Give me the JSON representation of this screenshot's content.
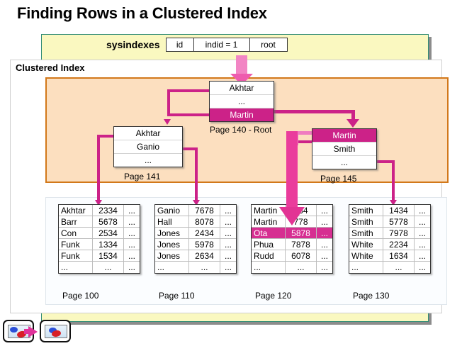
{
  "title": "Finding Rows in a Clustered Index",
  "sysindexes": {
    "label": "sysindexes",
    "columns": [
      "id",
      "indid = 1",
      "root"
    ]
  },
  "clustered_index_label": "Clustered Index",
  "index_nodes": [
    {
      "id": "root",
      "caption": "Page 140 - Root",
      "rows": [
        {
          "key": "Akhtar",
          "highlight": false
        },
        {
          "key": "...",
          "highlight": false
        },
        {
          "key": "Martin",
          "highlight": true
        }
      ]
    },
    {
      "id": "p141",
      "caption": "Page 141",
      "rows": [
        {
          "key": "Akhtar",
          "highlight": false
        },
        {
          "key": "Ganio",
          "highlight": false
        },
        {
          "key": "...",
          "highlight": false
        }
      ]
    },
    {
      "id": "p145",
      "caption": "Page 145",
      "rows": [
        {
          "key": "Martin",
          "highlight": true
        },
        {
          "key": "Smith",
          "highlight": false
        },
        {
          "key": "...",
          "highlight": false
        }
      ]
    }
  ],
  "data_pages": [
    {
      "id": "p100",
      "caption": "Page 100",
      "rows": [
        {
          "name": "Akhtar",
          "value": "2334",
          "more": "...",
          "highlight": false
        },
        {
          "name": "Barr",
          "value": "5678",
          "more": "...",
          "highlight": false
        },
        {
          "name": "Con",
          "value": "2534",
          "more": "...",
          "highlight": false
        },
        {
          "name": "Funk",
          "value": "1334",
          "more": "...",
          "highlight": false
        },
        {
          "name": "Funk",
          "value": "1534",
          "more": "...",
          "highlight": false
        },
        {
          "name": "...",
          "value": "...",
          "more": "...",
          "highlight": false
        }
      ]
    },
    {
      "id": "p110",
      "caption": "Page 110",
      "rows": [
        {
          "name": "Ganio",
          "value": "7678",
          "more": "...",
          "highlight": false
        },
        {
          "name": "Hall",
          "value": "8078",
          "more": "...",
          "highlight": false
        },
        {
          "name": "Jones",
          "value": "2434",
          "more": "...",
          "highlight": false
        },
        {
          "name": "Jones",
          "value": "5978",
          "more": "...",
          "highlight": false
        },
        {
          "name": "Jones",
          "value": "2634",
          "more": "...",
          "highlight": false
        },
        {
          "name": "...",
          "value": "...",
          "more": "...",
          "highlight": false
        }
      ]
    },
    {
      "id": "p120",
      "caption": "Page 120",
      "rows": [
        {
          "name": "Martin",
          "value": "234",
          "more": "...",
          "highlight": false
        },
        {
          "name": "Martin",
          "value": "778",
          "more": "...",
          "highlight": false
        },
        {
          "name": "Ota",
          "value": "5878",
          "more": "...",
          "highlight": true
        },
        {
          "name": "Phua",
          "value": "7878",
          "more": "...",
          "highlight": false
        },
        {
          "name": "Rudd",
          "value": "6078",
          "more": "...",
          "highlight": false
        },
        {
          "name": "...",
          "value": "...",
          "more": "...",
          "highlight": false
        }
      ]
    },
    {
      "id": "p130",
      "caption": "Page 130",
      "rows": [
        {
          "name": "Smith",
          "value": "1434",
          "more": "...",
          "highlight": false
        },
        {
          "name": "Smith",
          "value": "5778",
          "more": "...",
          "highlight": false
        },
        {
          "name": "Smith",
          "value": "7978",
          "more": "...",
          "highlight": false
        },
        {
          "name": "White",
          "value": "2234",
          "more": "...",
          "highlight": false
        },
        {
          "name": "White",
          "value": "1634",
          "more": "...",
          "highlight": false
        },
        {
          "name": "...",
          "value": "...",
          "more": "...",
          "highlight": false
        }
      ]
    }
  ],
  "colors": {
    "accent_pink": "#cc2288",
    "highlight_pink": "#d62e91",
    "index_panel": "#fcdfbf",
    "index_border": "#d2781a",
    "slide_yellow": "#faf8c0"
  },
  "nav": {
    "prev_label": "previous-slide",
    "next_label": "next-slide"
  }
}
